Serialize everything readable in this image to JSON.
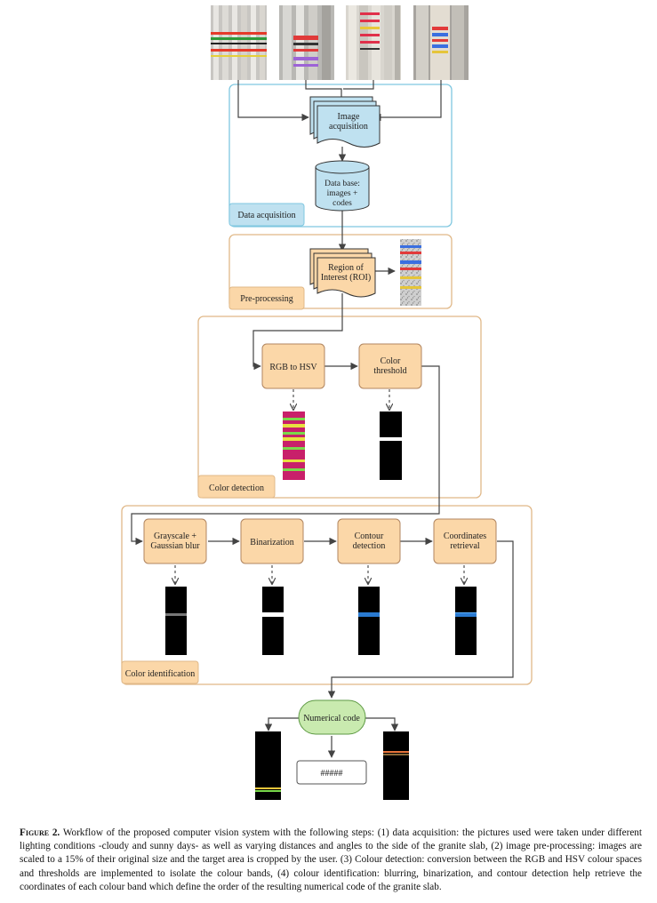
{
  "stages": {
    "acquisition": {
      "label": "Data acquisition"
    },
    "preprocessing": {
      "label": "Pre-processing"
    },
    "color_detection": {
      "label": "Color detection"
    },
    "color_identification": {
      "label": "Color identification"
    }
  },
  "nodes": {
    "image_acquisition": [
      "Image",
      "acquisition"
    ],
    "database": [
      "Data base:",
      "images +",
      "codes"
    ],
    "roi": [
      "Region of",
      "Interest (ROI)"
    ],
    "rgb_to_hsv": [
      "RGB to HSV"
    ],
    "color_threshold": [
      "Color",
      "threshold"
    ],
    "grayscale": [
      "Grayscale +",
      "Gaussian blur"
    ],
    "binarization": [
      "Binarization"
    ],
    "contour": [
      "Contour",
      "detection"
    ],
    "coordinates": [
      "Coordinates",
      "retrieval"
    ],
    "numerical_code": [
      "Numerical code"
    ],
    "code_output": "#####"
  },
  "caption": {
    "label": "Figure 2.",
    "text": "Workflow of the proposed computer vision system with the following steps: (1) data acquisition: the pictures used were taken under different lighting conditions -cloudy and sunny days- as well as varying distances and angles to the side of the granite slab, (2) image pre-processing: images are scaled to a 15% of their original size and the target area is cropped by the user. (3) Colour detection: conversion between the RGB and HSV colour spaces and thresholds are implemented to isolate the colour bands, (4) colour identification: blurring, binarization, and contour detection help retrieve the coordinates of each colour band which define the order of the resulting numerical code of the granite slab."
  },
  "colors": {
    "acquisition_frame": "#7fc7e0",
    "acquisition_fill": "#bfe1f0",
    "stage_frame": "#e0b888",
    "step_fill": "#fbd7a8",
    "step_stroke": "#b08560",
    "stage_label_fill": "#fbd7a8",
    "result_fill": "#c9eaaf",
    "result_stroke": "#5e9a44",
    "arrow": "#444444"
  }
}
